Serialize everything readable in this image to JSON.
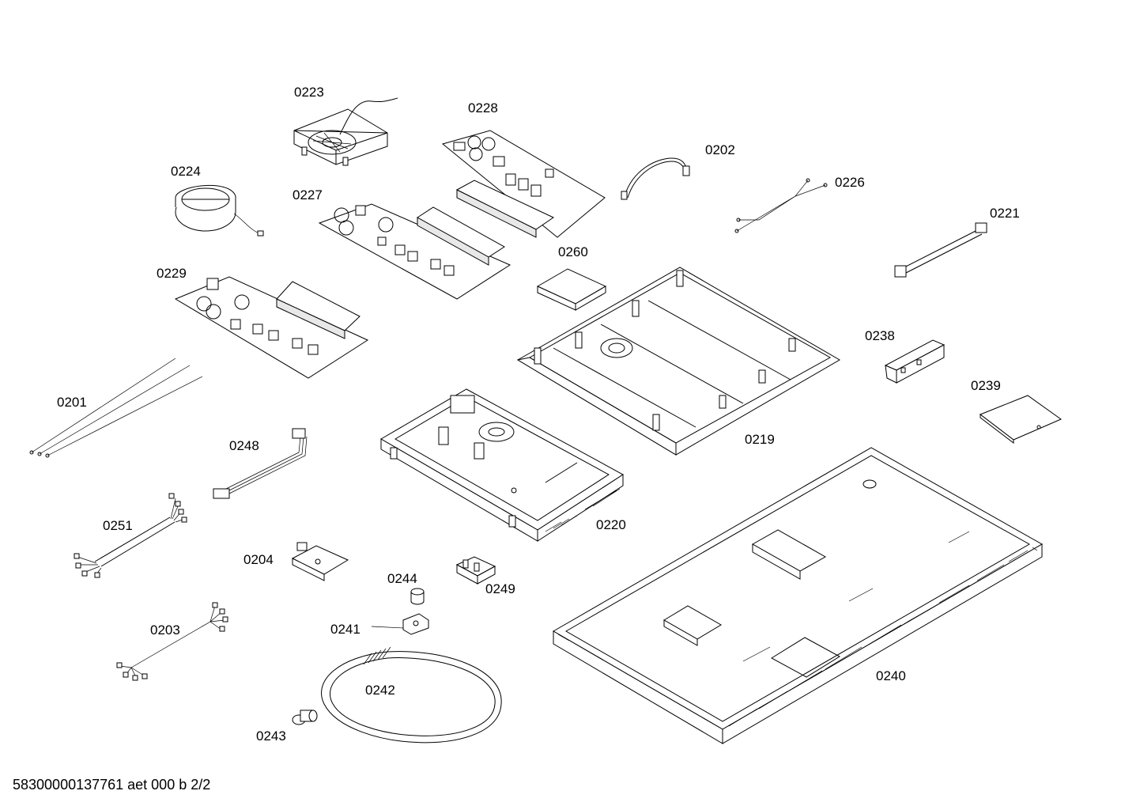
{
  "labels": {
    "p0223": "0223",
    "p0228": "0228",
    "p0224": "0224",
    "p0227": "0227",
    "p0202": "0202",
    "p0226": "0226",
    "p0221": "0221",
    "p0260": "0260",
    "p0229": "0229",
    "p0238": "0238",
    "p0239": "0239",
    "p0201": "0201",
    "p0219": "0219",
    "p0248": "0248",
    "p0251": "0251",
    "p0220": "0220",
    "p0204": "0204",
    "p0244": "0244",
    "p0249": "0249",
    "p0241": "0241",
    "p0203": "0203",
    "p0242": "0242",
    "p0240": "0240",
    "p0243": "0243"
  },
  "footer": "58300000137761 aet 000 b 2/2"
}
